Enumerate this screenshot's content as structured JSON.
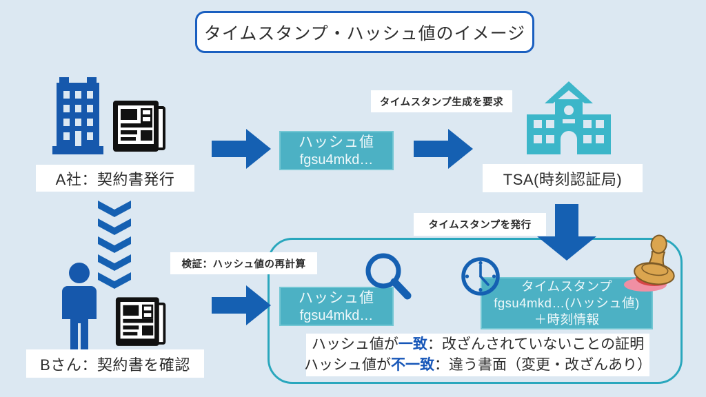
{
  "title": "タイムスタンプ・ハッシュ値のイメージ",
  "actors": {
    "company": {
      "label": "A社：契約書発行"
    },
    "tsa": {
      "label": "TSA(時刻認証局)"
    },
    "person": {
      "label": "Bさん：契約書を確認"
    }
  },
  "flow_labels": {
    "request_timestamp": "タイムスタンプ生成を要求",
    "issue_timestamp": "タイムスタンプを発行",
    "verify": "検証：ハッシュ値の再計算"
  },
  "hash_box_source": {
    "title": "ハッシュ値",
    "value": "fgsu4mkd…"
  },
  "hash_box_verify": {
    "title": "ハッシュ値",
    "value": "fgsu4mkd…"
  },
  "timestamp_box": {
    "title": "タイムスタンプ",
    "value": "fgsu4mkd…(ハッシュ値)",
    "extra": "＋時刻情報"
  },
  "verdict": {
    "match": {
      "prefix": "ハッシュ値が",
      "keyword": "一致",
      "result": "：改ざんされていないことの証明"
    },
    "mismatch": {
      "prefix": "ハッシュ値が",
      "keyword": "不一致",
      "result": "：違う書面（変更・改ざんあり）"
    }
  },
  "icons": {
    "company": "office-building-icon",
    "document": "contract-newspaper-icon",
    "tsa": "certification-authority-building-icon",
    "person": "person-icon",
    "magnifier": "magnifier-icon",
    "clock": "clock-icon",
    "stamp": "stamp-icon",
    "right_arrow": "block-arrow-right-icon",
    "down_arrow": "block-arrow-down-icon",
    "chevrons": "chevron-flow-down-icon"
  },
  "colors": {
    "background": "#dce8f2",
    "accent_blue": "#1560b2",
    "icon_blue": "#1658ac",
    "teal_box_fill": "#4cb1c4",
    "container_border": "#2aa7bd",
    "tsa_teal": "#3cb6c9",
    "title_border": "#1a5fc0",
    "keyword_blue": "#1656b8",
    "stamp_wood": "#dba54f",
    "stamp_red": "#d64545",
    "stamp_pink": "#f08fa3"
  }
}
